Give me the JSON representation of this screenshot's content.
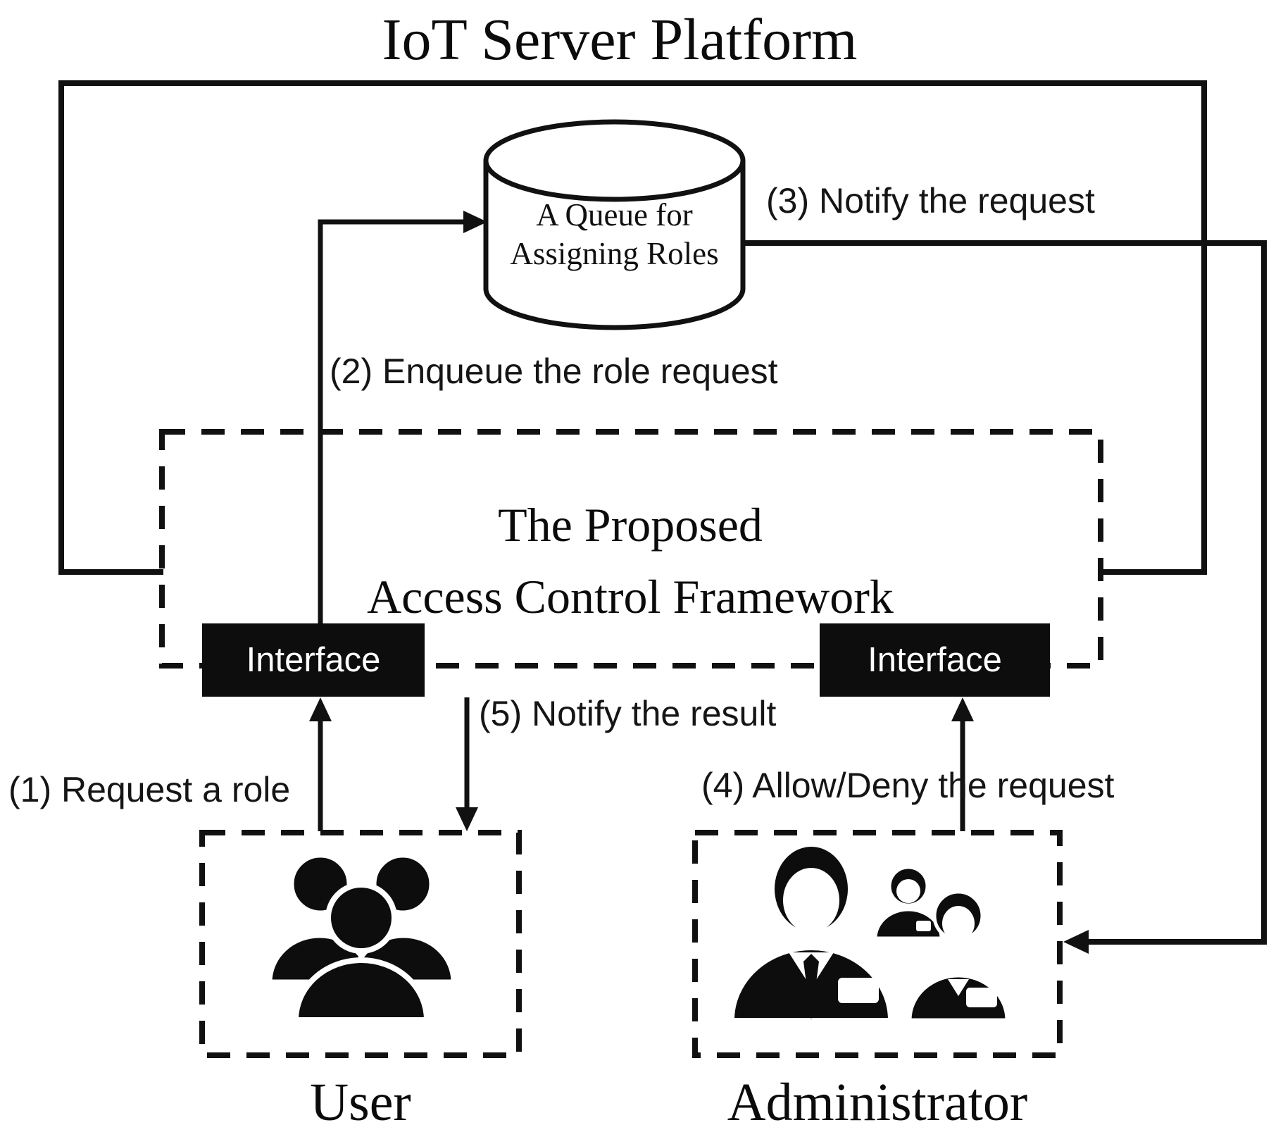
{
  "title": "IoT Server Platform",
  "queue": {
    "line1": "A Queue for",
    "line2": "Assigning Roles"
  },
  "framework": {
    "line1": "The Proposed",
    "line2": "Access Control Framework"
  },
  "interfaces": {
    "left_label": "Interface",
    "right_label": "Interface"
  },
  "steps": {
    "step1": "(1) Request a role",
    "step2": "(2) Enqueue the role request",
    "step3": "(3) Notify the request",
    "step4": "(4) Allow/Deny the request",
    "step5": "(5) Notify the result"
  },
  "actors": {
    "user": "User",
    "admin": "Administrator"
  },
  "icons": {
    "user_group": "users-group-icon",
    "admin_group": "administrators-icon",
    "queue_shape": "database-cylinder-icon"
  },
  "colors": {
    "line": "#111111",
    "box_fill": "#0d0d0d",
    "box_text": "#ffffff",
    "background": "#ffffff"
  }
}
